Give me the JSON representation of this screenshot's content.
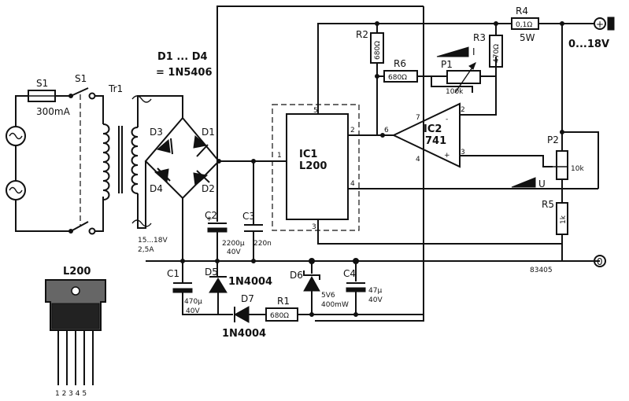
{
  "labels": {
    "d1d4": "D1 ... D4",
    "d1d4_part": "= 1N5406",
    "s1_fuse": "S1",
    "s1_switch": "S1",
    "s1_value": "300mA",
    "transformer": "Tr1",
    "tr_secondary": "15...18V",
    "tr_current": "2,5A",
    "d1": "D1",
    "d2": "D2",
    "d3": "D3",
    "d4": "D4",
    "c1": "C1",
    "c1_value": "470μ",
    "c1_voltage": "40V",
    "c2": "C2",
    "c2_value": "2200μ",
    "c2_voltage": "40V",
    "c3": "C3",
    "c3_value": "220n",
    "c4": "C4",
    "c4_value": "47μ",
    "c4_voltage": "40V",
    "d5": "D5",
    "d5_part": "1N4004",
    "d6": "D6",
    "d6_value": "5V6",
    "d6_power": "400mW",
    "d7": "D7",
    "d7_part": "1N4004",
    "r1": "R1",
    "r1_value": "680Ω",
    "r2": "R2",
    "r2_value": "680Ω",
    "r3": "R3",
    "r3_value": "470Ω",
    "r4": "R4",
    "r4_value": "0,1Ω",
    "r4_power": "5W",
    "r5": "R5",
    "r5_value": "1k",
    "r6": "R6",
    "r6_value": "680Ω",
    "p1": "P1",
    "p1_value": "100k",
    "p2": "P2",
    "p2_value": "10k",
    "ic1": "IC1",
    "ic1_part": "L200",
    "ic2": "IC2",
    "ic2_part": "741",
    "pin1": "1",
    "pin2": "2",
    "pin3": "3",
    "pin4": "4",
    "pin5": "5",
    "op_pin2": "2",
    "op_pin3": "3",
    "op_pin4": "4",
    "op_pin6": "6",
    "op_pin7": "7",
    "current_symbol": "I",
    "voltage_symbol": "U",
    "output_range": "0...18V",
    "terminal_plus": "+",
    "terminal_zero": "0",
    "ref_code": "83405",
    "package_title": "L200",
    "pkg_pins": "1 2 3 4 5"
  }
}
